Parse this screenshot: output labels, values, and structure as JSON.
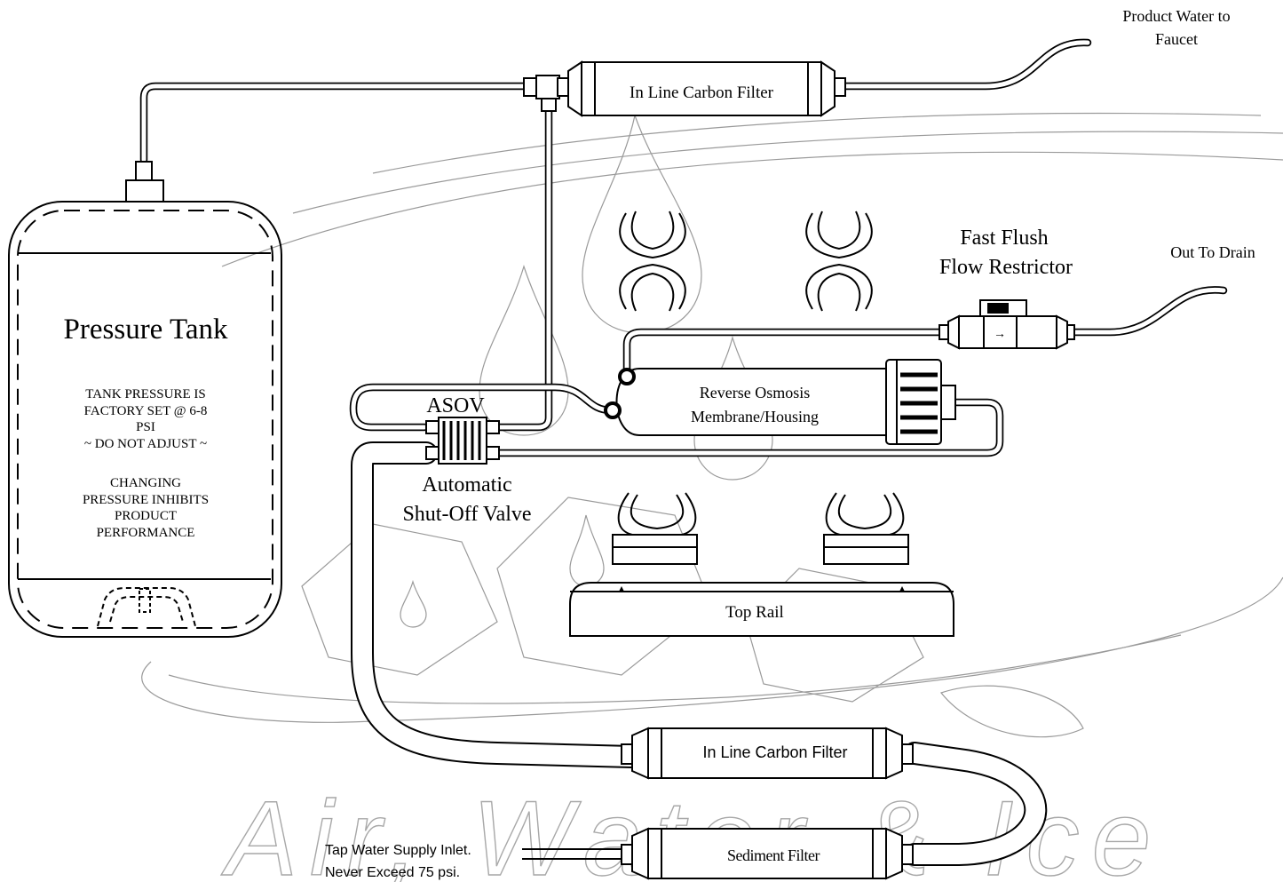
{
  "pressure_tank": {
    "title": "Pressure Tank",
    "note_lines": [
      "TANK PRESSURE IS",
      "FACTORY SET @ 6-8",
      "PSI",
      "~ DO NOT ADJUST ~"
    ],
    "warning_lines": [
      "CHANGING",
      "PRESSURE INHIBITS",
      "PRODUCT",
      "PERFORMANCE"
    ]
  },
  "carbon_filter_top": {
    "label": "In Line Carbon Filter"
  },
  "product_water": {
    "lines": [
      "Product Water to",
      "Faucet"
    ]
  },
  "flow_restrictor": {
    "lines": [
      "Fast Flush",
      "Flow Restrictor"
    ]
  },
  "drain": {
    "label": "Out To Drain"
  },
  "ro_membrane": {
    "lines": [
      "Reverse Osmosis",
      "Membrane/Housing"
    ]
  },
  "asov": {
    "abbrev": "ASOV",
    "lines": [
      "Automatic",
      "Shut-Off Valve"
    ]
  },
  "top_rail": {
    "label": "Top Rail"
  },
  "carbon_filter_bottom": {
    "label": "In Line Carbon Filter"
  },
  "sediment_filter": {
    "label": "Sediment Filter"
  },
  "tap_inlet": {
    "lines": [
      "Tap Water Supply Inlet.",
      "Never Exceed 75 psi."
    ]
  },
  "watermark": {
    "text": "Air, Water & Ice"
  }
}
